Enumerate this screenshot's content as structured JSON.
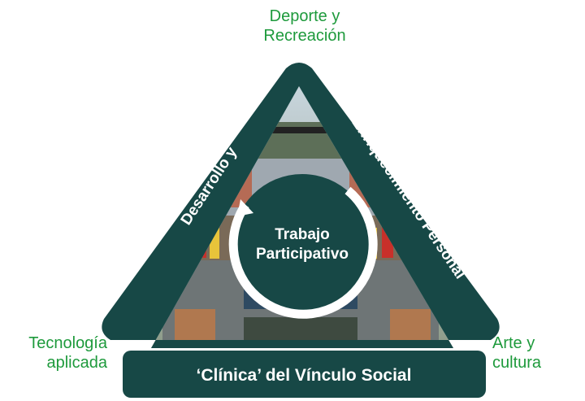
{
  "corners": {
    "top": {
      "line1": "Deporte y",
      "line2": "Recreación"
    },
    "left": {
      "line1": "Tecnología",
      "line2": "aplicada"
    },
    "right": {
      "line1": "Arte y",
      "line2": "cultura"
    }
  },
  "sides": {
    "left": "Desarrollo y",
    "right": "Enriquecimiento Personal",
    "bottom": "‘Clínica’ del Vínculo Social"
  },
  "center": {
    "line1": "Trabajo",
    "line2": "Participativo"
  },
  "colors": {
    "frame": "#174846",
    "label_green": "#1e9a3c",
    "text_on_frame": "#ffffff"
  }
}
